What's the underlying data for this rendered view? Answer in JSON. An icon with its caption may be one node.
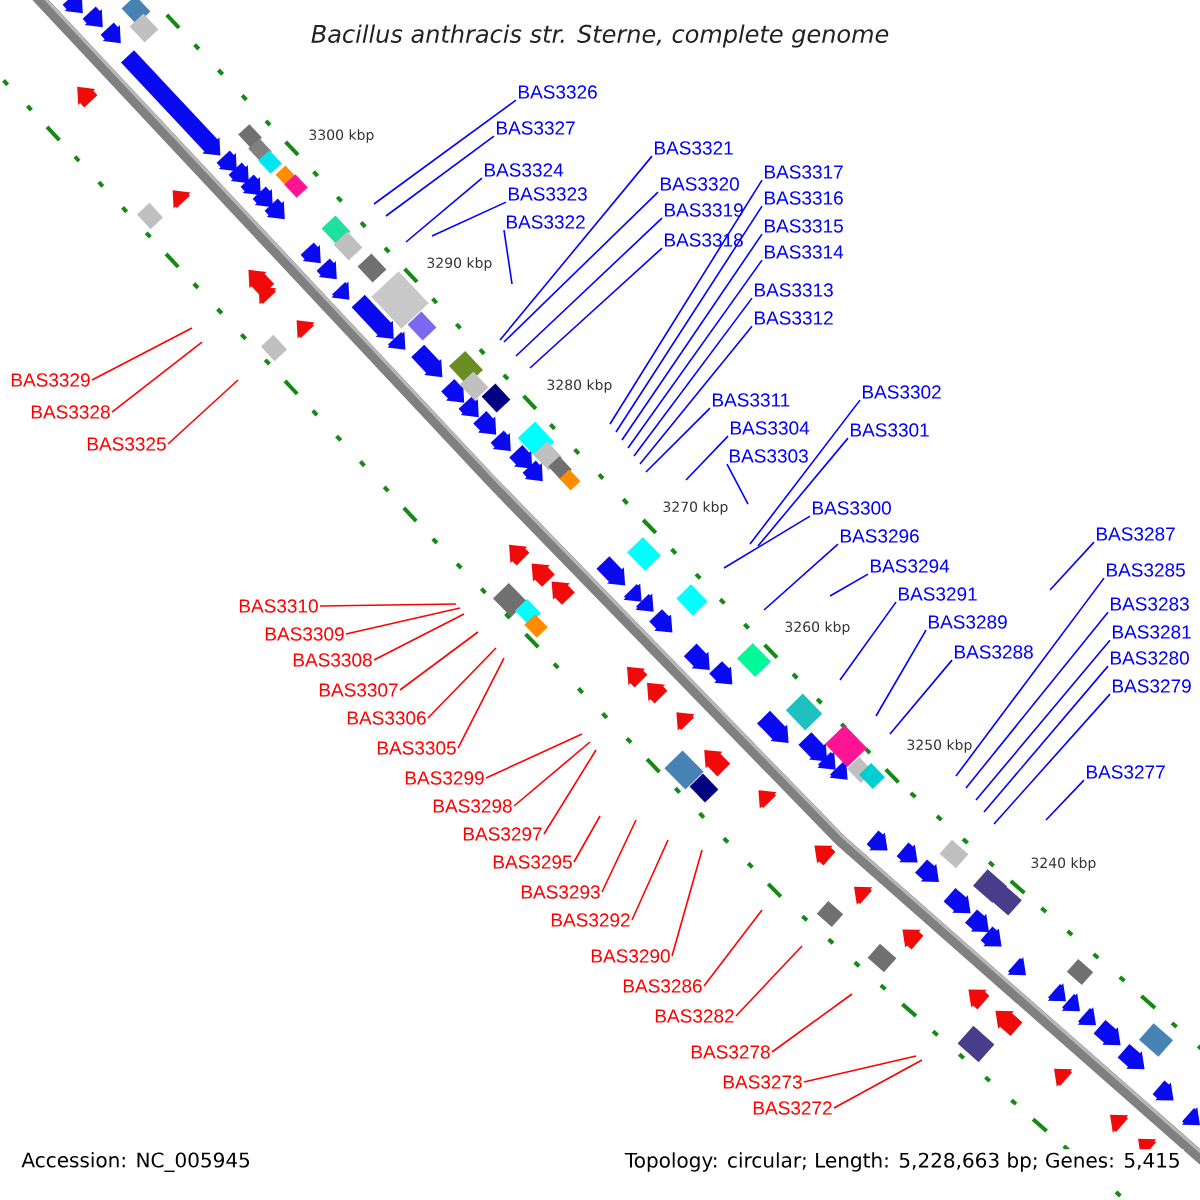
{
  "diagram": {
    "title": "Bacillus anthracis str. Sterne, complete genome",
    "nodes": [
      {
        "text": [
          "BAS3326"
        ]
      },
      {
        "text": [
          "BAS3327"
        ]
      },
      {
        "text": [
          "BAS3324"
        ]
      },
      {
        "text": [
          "BAS3323"
        ]
      },
      {
        "text": [
          "BAS3322"
        ]
      },
      {
        "text": [
          "BAS3321"
        ]
      },
      {
        "text": [
          "BAS3320"
        ]
      },
      {
        "text": [
          "BAS3319"
        ]
      },
      {
        "text": [
          "BAS3318"
        ]
      },
      {
        "text": [
          "BAS3317"
        ]
      },
      {
        "text": [
          "BAS3316"
        ]
      },
      {
        "text": [
          "BAS3315"
        ]
      },
      {
        "text": [
          "BAS3314"
        ]
      },
      {
        "text": [
          "BAS3313"
        ]
      },
      {
        "text": [
          "BAS3312"
        ]
      },
      {
        "text": [
          "BAS3311"
        ]
      },
      {
        "text": [
          "BAS3304"
        ]
      },
      {
        "text": [
          "BAS3303"
        ]
      },
      {
        "text": [
          "BAS3302"
        ]
      },
      {
        "text": [
          "BAS3301"
        ]
      },
      {
        "text": [
          "BAS3300"
        ]
      },
      {
        "text": [
          "BAS3296"
        ]
      },
      {
        "text": [
          "BAS3294"
        ]
      },
      {
        "text": [
          "BAS3291"
        ]
      },
      {
        "text": [
          "BAS3289"
        ]
      },
      {
        "text": [
          "BAS3288"
        ]
      },
      {
        "text": [
          "BAS3287"
        ]
      },
      {
        "text": [
          "BAS3285"
        ]
      },
      {
        "text": [
          "BAS3283"
        ]
      },
      {
        "text": [
          "BAS3281"
        ]
      },
      {
        "text": [
          "BAS3280"
        ]
      },
      {
        "text": [
          "BAS3279"
        ]
      },
      {
        "text": [
          "BAS3277"
        ]
      },
      {
        "text": [
          "BAS3329"
        ]
      },
      {
        "text": [
          "BAS3328"
        ]
      },
      {
        "text": [
          "BAS3325"
        ]
      },
      {
        "text": [
          "BAS3310"
        ]
      },
      {
        "text": [
          "BAS3309"
        ]
      },
      {
        "text": [
          "BAS3308"
        ]
      },
      {
        "text": [
          "BAS3307"
        ]
      },
      {
        "text": [
          "BAS3306"
        ]
      },
      {
        "text": [
          "BAS3305"
        ]
      },
      {
        "text": [
          "BAS3299"
        ]
      },
      {
        "text": [
          "BAS3298"
        ]
      },
      {
        "text": [
          "BAS3297"
        ]
      },
      {
        "text": [
          "BAS3295"
        ]
      },
      {
        "text": [
          "BAS3293"
        ]
      },
      {
        "text": [
          "BAS3292"
        ]
      },
      {
        "text": [
          "BAS3290"
        ]
      },
      {
        "text": [
          "BAS3286"
        ]
      },
      {
        "text": [
          "BAS3282"
        ]
      },
      {
        "text": [
          "BAS3278"
        ]
      },
      {
        "text": [
          "BAS3273"
        ]
      },
      {
        "text": [
          "BAS3272"
        ]
      }
    ],
    "edges": [
      {
        "from": 0,
        "to": null,
        "arrow": "none"
      },
      {
        "from": 1,
        "to": null,
        "arrow": "none"
      },
      {
        "from": 2,
        "to": null,
        "arrow": "none"
      },
      {
        "from": 3,
        "to": null,
        "arrow": "none"
      },
      {
        "from": 4,
        "to": null,
        "arrow": "none"
      },
      {
        "from": 5,
        "to": null,
        "arrow": "none"
      },
      {
        "from": 6,
        "to": null,
        "arrow": "none"
      },
      {
        "from": 7,
        "to": null,
        "arrow": "none"
      },
      {
        "from": 8,
        "to": null,
        "arrow": "none"
      },
      {
        "from": 9,
        "to": null,
        "arrow": "none"
      },
      {
        "from": 10,
        "to": null,
        "arrow": "none"
      },
      {
        "from": 11,
        "to": null,
        "arrow": "none"
      },
      {
        "from": 12,
        "to": null,
        "arrow": "none"
      },
      {
        "from": 13,
        "to": null,
        "arrow": "none"
      },
      {
        "from": 14,
        "to": null,
        "arrow": "none"
      },
      {
        "from": 15,
        "to": null,
        "arrow": "none"
      },
      {
        "from": 16,
        "to": null,
        "arrow": "none"
      },
      {
        "from": 17,
        "to": null,
        "arrow": "none"
      },
      {
        "from": 18,
        "to": null,
        "arrow": "none"
      },
      {
        "from": 19,
        "to": null,
        "arrow": "none"
      },
      {
        "from": 20,
        "to": null,
        "arrow": "none"
      },
      {
        "from": 21,
        "to": null,
        "arrow": "none"
      },
      {
        "from": 22,
        "to": null,
        "arrow": "none"
      },
      {
        "from": 23,
        "to": null,
        "arrow": "none"
      },
      {
        "from": 24,
        "to": null,
        "arrow": "none"
      },
      {
        "from": 25,
        "to": null,
        "arrow": "none"
      },
      {
        "from": 26,
        "to": null,
        "arrow": "none"
      },
      {
        "from": 27,
        "to": null,
        "arrow": "none"
      },
      {
        "from": 28,
        "to": null,
        "arrow": "none"
      },
      {
        "from": 29,
        "to": null,
        "arrow": "none"
      },
      {
        "from": 30,
        "to": null,
        "arrow": "none"
      },
      {
        "from": 31,
        "to": null,
        "arrow": "none"
      },
      {
        "from": 32,
        "to": null,
        "arrow": "none"
      },
      {
        "from": 33,
        "to": null,
        "arrow": "none",
        "color": "#ff0000"
      },
      {
        "from": 34,
        "to": null,
        "arrow": "none",
        "color": "#ff0000"
      },
      {
        "from": 35,
        "to": null,
        "arrow": "none",
        "color": "#ff0000"
      },
      {
        "from": 36,
        "to": null,
        "arrow": "none",
        "color": "#ff0000"
      },
      {
        "from": 37,
        "to": null,
        "arrow": "none",
        "color": "#ff0000"
      },
      {
        "from": 38,
        "to": null,
        "arrow": "none",
        "color": "#ff0000"
      },
      {
        "from": 39,
        "to": null,
        "arrow": "none",
        "color": "#ff0000"
      },
      {
        "from": 40,
        "to": null,
        "arrow": "none",
        "color": "#ff0000"
      },
      {
        "from": 41,
        "to": null,
        "arrow": "none",
        "color": "#ff0000"
      },
      {
        "from": 42,
        "to": null,
        "arrow": "none",
        "color": "#ff0000"
      },
      {
        "from": 43,
        "to": null,
        "arrow": "none",
        "color": "#ff0000"
      },
      {
        "from": 44,
        "to": null,
        "arrow": "none",
        "color": "#ff0000"
      },
      {
        "from": 45,
        "to": null,
        "arrow": "none",
        "color": "#ff0000"
      },
      {
        "from": 46,
        "to": null,
        "arrow": "none",
        "color": "#ff0000"
      },
      {
        "from": 47,
        "to": null,
        "arrow": "none",
        "color": "#ff0000"
      },
      {
        "from": 48,
        "to": null,
        "arrow": "none",
        "color": "#ff0000"
      },
      {
        "from": 49,
        "to": null,
        "arrow": "none",
        "color": "#ff0000"
      },
      {
        "from": 50,
        "to": null,
        "arrow": "none",
        "color": "#ff0000"
      },
      {
        "from": 51,
        "to": null,
        "arrow": "none",
        "color": "#ff0000"
      },
      {
        "from": 52,
        "to": null,
        "arrow": "none",
        "color": "#ff0000"
      },
      {
        "from": 53,
        "to": null,
        "arrow": "none",
        "color": "#ff0000"
      }
    ],
    "labels": [
      "3300 kbp",
      "3290 kbp",
      "3280 kbp",
      "3270 kbp",
      "3260 kbp",
      "3250 kbp",
      "3240 kbp",
      "Accession: NC_005945",
      "Topology: circular; Length: 5,228,663 bp; Genes: 5,415"
    ]
  }
}
